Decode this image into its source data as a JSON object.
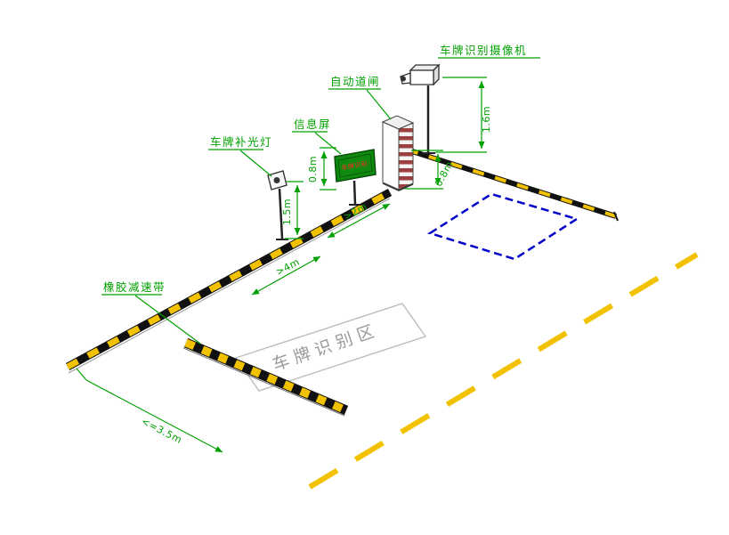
{
  "diagram": {
    "labels": {
      "camera": "车牌识别摄像机",
      "gate": "自动道闸",
      "screen": "信息屏",
      "light": "车牌补光灯",
      "speed_bump": "橡胶减速带",
      "zone": "车牌识别区",
      "screen_display": "车牌识别"
    },
    "dimensions": {
      "camera_height": "1.6m",
      "screen_height": "0.8m",
      "arm_height": "0.8m",
      "light_height": "1.5m",
      "gate_distance": ">2m",
      "bump_distance": ">4m",
      "lane_width": "<=3.5m"
    },
    "colors": {
      "annotation_green": "#00a000",
      "loop_blue": "#0000c8",
      "marking_yellow": "#f2c200",
      "stripe_black": "#111111",
      "cabinet_stripe_red": "#9c4040",
      "zone_gray": "#9a9a9a",
      "background": "#ffffff"
    }
  }
}
